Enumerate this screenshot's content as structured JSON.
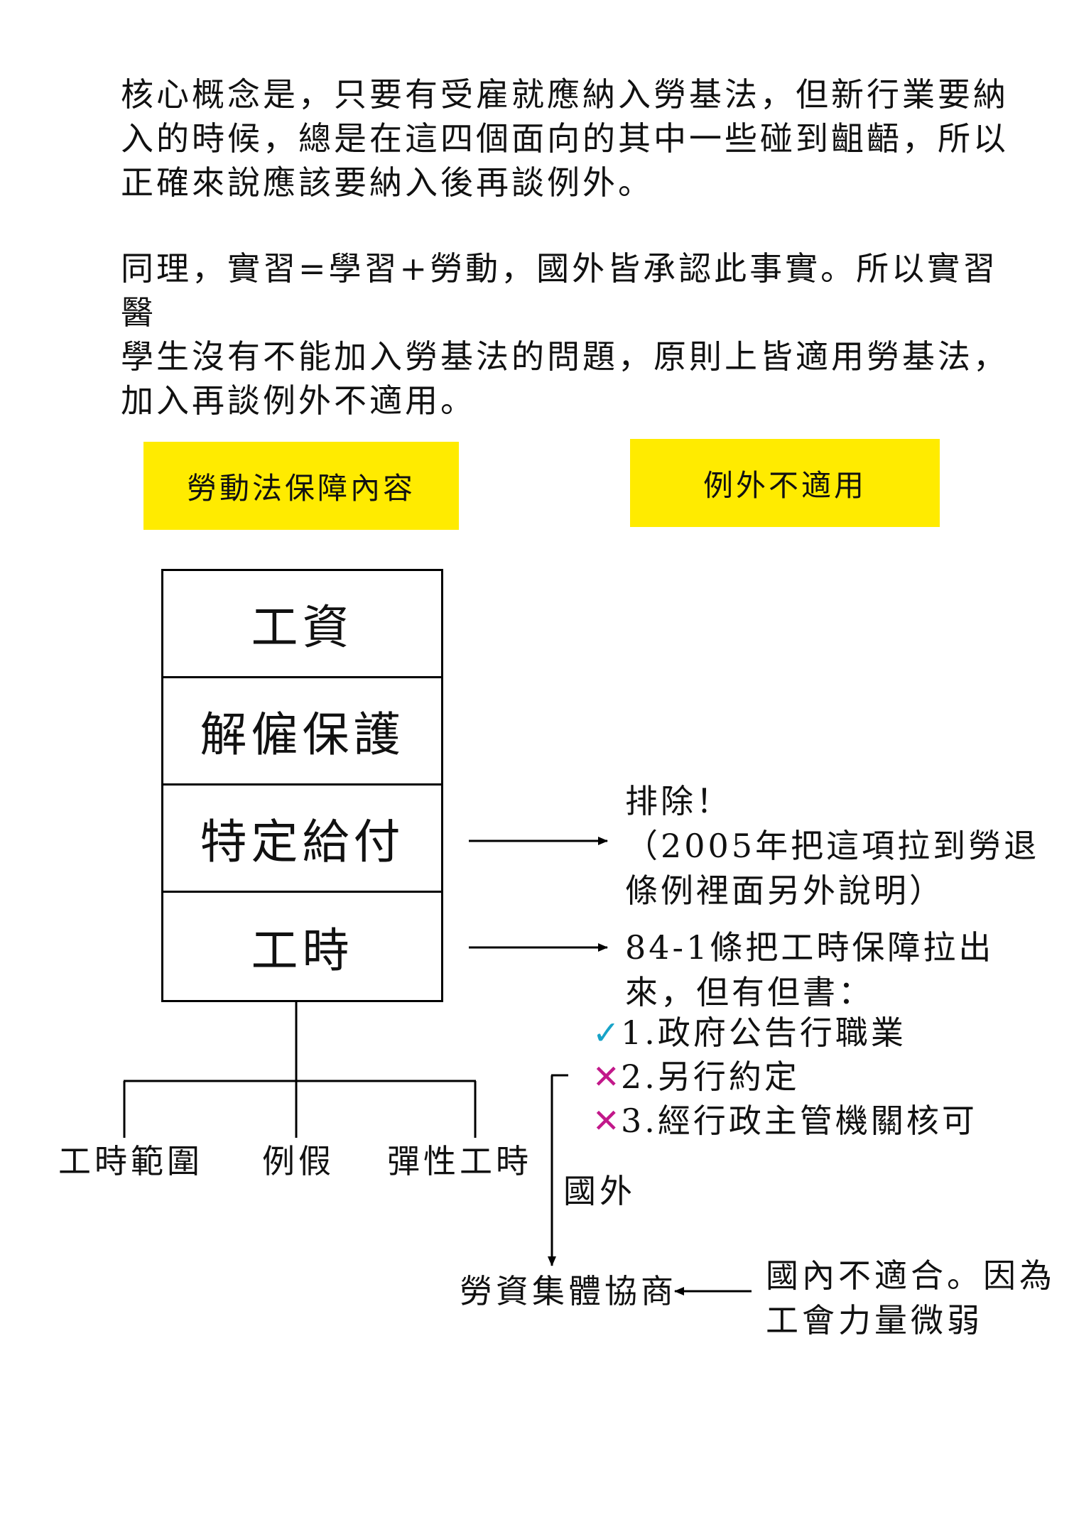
{
  "paragraphs": {
    "p1": "核心概念是，只要有受雇就應納入勞基法，但新行業要納\n入的時候，總是在這四個面向的其中一些碰到齟齬，所以\n正確來說應該要納入後再談例外。",
    "p2": "同理，實習=學習+勞動，國外皆承認此事實。所以實習醫\n學生沒有不能加入勞基法的問題，原則上皆適用勞基法，\n加入再談例外不適用。"
  },
  "headers": {
    "left": "勞動法保障內容",
    "right": "例外不適用"
  },
  "stack": [
    "工資",
    "解僱保護",
    "特定給付",
    "工時"
  ],
  "branches": [
    "工時範圍",
    "例假",
    "彈性工時"
  ],
  "notes": {
    "specific_payment": "排除！\n（2005年把這項拉到勞退\n條例裡面另外說明）",
    "working_hours": "84-1條把工時保障拉出\n來，但有但書："
  },
  "conditions": [
    {
      "mark": "check-icon",
      "symbol": "✓",
      "text": "1.政府公告行職業"
    },
    {
      "mark": "cross-icon",
      "symbol": "✕",
      "text": "2.另行約定"
    },
    {
      "mark": "cross-icon",
      "symbol": "✕",
      "text": "3.經行政主管機關核可"
    }
  ],
  "abroad_label": "國外",
  "collective": "勞資集體協商",
  "domestic_note": "國內不適合。因為\n工會力量微弱",
  "colors": {
    "highlight": "#ffeb00",
    "check": "#17a3c8",
    "cross": "#c2188a"
  }
}
